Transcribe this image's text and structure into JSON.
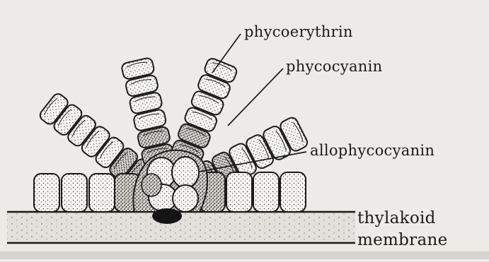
{
  "labels": {
    "phycoerythrin": "phycoerythrin",
    "phycocyanin": "phycocyanin",
    "allophycocyanin": "allophycocyanin",
    "thylakoid": "thylakoid",
    "membrane": "membrane"
  },
  "colors": {
    "background": "#ecebe7",
    "ink": "#1a1a1a",
    "disc_fill": "#f7f6f2",
    "membrane_fill": "#e2e0da"
  },
  "icons": {
    "phycobilisome": "phycobilisome-drawing"
  }
}
